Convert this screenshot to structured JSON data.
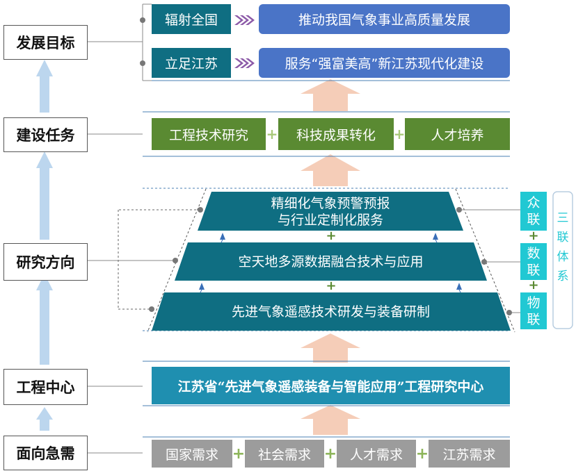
{
  "left_labels": {
    "goal": "发展目标",
    "task": "建设任务",
    "direction": "研究方向",
    "center": "工程中心",
    "needs": "面向急需"
  },
  "goals": {
    "row1_left": "辐射全国",
    "row1_right": "推动我国气象事业高质量发展",
    "row2_left": "立足江苏",
    "row2_right": "服务“强富美高”新江苏现代化建设"
  },
  "tasks": [
    "工程技术研究",
    "科技成果转化",
    "人才培养"
  ],
  "directions": {
    "top_line1": "精细化气象预警预报",
    "top_line2": "与行业定制化服务",
    "middle": "空天地多源数据融合技术与应用",
    "bottom": "先进气象遥感技术研发与装备研制"
  },
  "plus": "+",
  "three_links": {
    "box1": "众联",
    "box2": "数联",
    "box3": "物联",
    "label": "三联体系"
  },
  "center": "江苏省“先进气象遥感装备与智能应用”工程研究中心",
  "needs": [
    "国家需求",
    "社会需求",
    "人才需求",
    "江苏需求"
  ],
  "colors": {
    "teal": "#0f6e82",
    "blue": "#4a74c7",
    "green": "#5a8a32",
    "gray": "#9c9c9c",
    "cyan": "#21c8d3",
    "arrow_light_blue": "#bcd6ee",
    "arrow_peach": "#f5cdb8"
  }
}
